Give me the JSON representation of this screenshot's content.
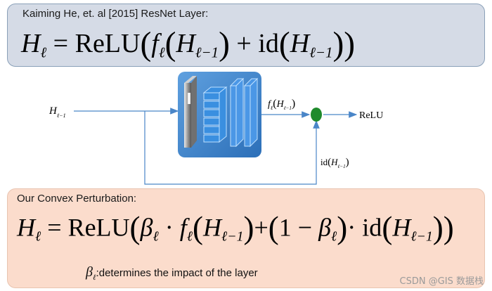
{
  "top": {
    "caption": "Kaiming He, et. al [2015] ResNet Layer:",
    "formula": {
      "lhs": "H",
      "lhs_sub": "ℓ",
      "eq": "=",
      "relu": "ReLU",
      "f": "f",
      "f_sub": "ℓ",
      "arg": "H",
      "arg_sub": "ℓ−1",
      "plus": "+",
      "id": "id"
    }
  },
  "diagram": {
    "input_label": "H",
    "input_sub": "ℓ−1",
    "f_label": "f",
    "f_sub": "ℓ",
    "f_arg": "H",
    "f_arg_sub": "ℓ−1",
    "output_label": "ReLU",
    "id_label": "id",
    "id_arg": "H",
    "id_arg_sub": "ℓ−1",
    "colors": {
      "arrow": "#4a86c8",
      "block_bg": "#3f86cf",
      "sum_node": "#1f8a2c"
    }
  },
  "bottom": {
    "caption": "Our Convex Perturbation:",
    "formula": {
      "lhs": "H",
      "lhs_sub": "ℓ",
      "eq": "=",
      "relu": "ReLU",
      "beta": "β",
      "beta_sub": "ℓ",
      "dot": "·",
      "f": "f",
      "f_sub": "ℓ",
      "arg": "H",
      "arg_sub": "ℓ−1",
      "plus": "+",
      "one_minus": "1 −",
      "id": "id"
    },
    "note_symbol": "β",
    "note_symbol_sub": "ℓ",
    "note_text": ":determines the impact of the layer"
  },
  "watermark": "CSDN @GIS 数据栈"
}
